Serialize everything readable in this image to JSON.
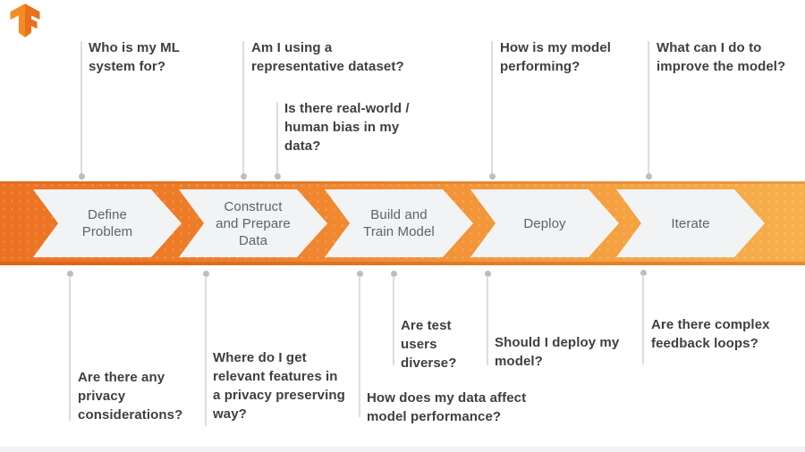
{
  "brand": {
    "logo": "tensorflow-logo",
    "logo_colors": {
      "left": "#F28D24",
      "right": "#EA701C"
    }
  },
  "colors": {
    "band_left": "#EB7222",
    "band_right": "#F7AF4C",
    "chevron_fill": "#F1F3F4",
    "question_text": "#3C4043",
    "stage_text": "#5F6368",
    "leader_line": "#DADCE0",
    "dot": "#BABEC3"
  },
  "stages": [
    {
      "label": "Define Problem"
    },
    {
      "label": "Construct and Prepare Data"
    },
    {
      "label": "Build and Train Model"
    },
    {
      "label": "Deploy"
    },
    {
      "label": "Iterate"
    }
  ],
  "questions_top": [
    {
      "text": "Who is my ML system for?"
    },
    {
      "text": "Am I using a representative dataset?"
    },
    {
      "text": "Is there real-world / human bias in my data?"
    },
    {
      "text": "How is my model performing?"
    },
    {
      "text": "What can I do to improve the model?"
    }
  ],
  "questions_bottom": [
    {
      "text": "Are there any privacy considerations?"
    },
    {
      "text": "Where do I get relevant features in a privacy preserving way?"
    },
    {
      "text": "How does my data affect model performance?"
    },
    {
      "text": "Are test users diverse?"
    },
    {
      "text": "Should I deploy my model?"
    },
    {
      "text": "Are there complex feedback loops?"
    }
  ]
}
